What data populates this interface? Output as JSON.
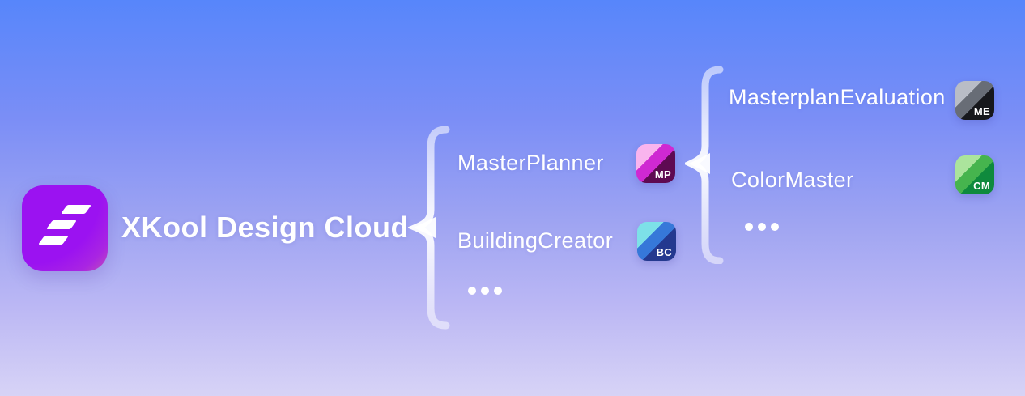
{
  "canvas": {
    "bg_top": "#5786fb",
    "bg_mid": "#9da3f2",
    "bg_bottom": "#d7d3f6",
    "brace_color": "#ffffff"
  },
  "root": {
    "title": "XKool Design Cloud",
    "logo": {
      "icon": "xkool-logo",
      "color_main": "#9b12f1",
      "color_glow": "#d0689f"
    }
  },
  "level1": {
    "more_label": "...",
    "items": [
      {
        "label": "MasterPlanner",
        "badge": "MP",
        "icon": "masterplanner-app-icon",
        "colors": {
          "light": "#f9b4ee",
          "mid": "#cf29d2",
          "dark": "#5e0a52"
        }
      },
      {
        "label": "BuildingCreator",
        "badge": "BC",
        "icon": "buildingcreator-app-icon",
        "colors": {
          "light": "#7de1e8",
          "mid": "#3678d9",
          "dark": "#24398f"
        }
      }
    ]
  },
  "level2": {
    "more_label": "...",
    "items": [
      {
        "label": "MasterplanEvaluation",
        "badge": "ME",
        "icon": "masterplanevaluation-app-icon",
        "colors": {
          "light": "#b9bdc6",
          "mid": "#686d76",
          "dark": "#17181c"
        }
      },
      {
        "label": "ColorMaster",
        "badge": "CM",
        "icon": "colormaster-app-icon",
        "colors": {
          "light": "#abe49c",
          "mid": "#46b44e",
          "dark": "#0f8a3d"
        }
      }
    ]
  }
}
